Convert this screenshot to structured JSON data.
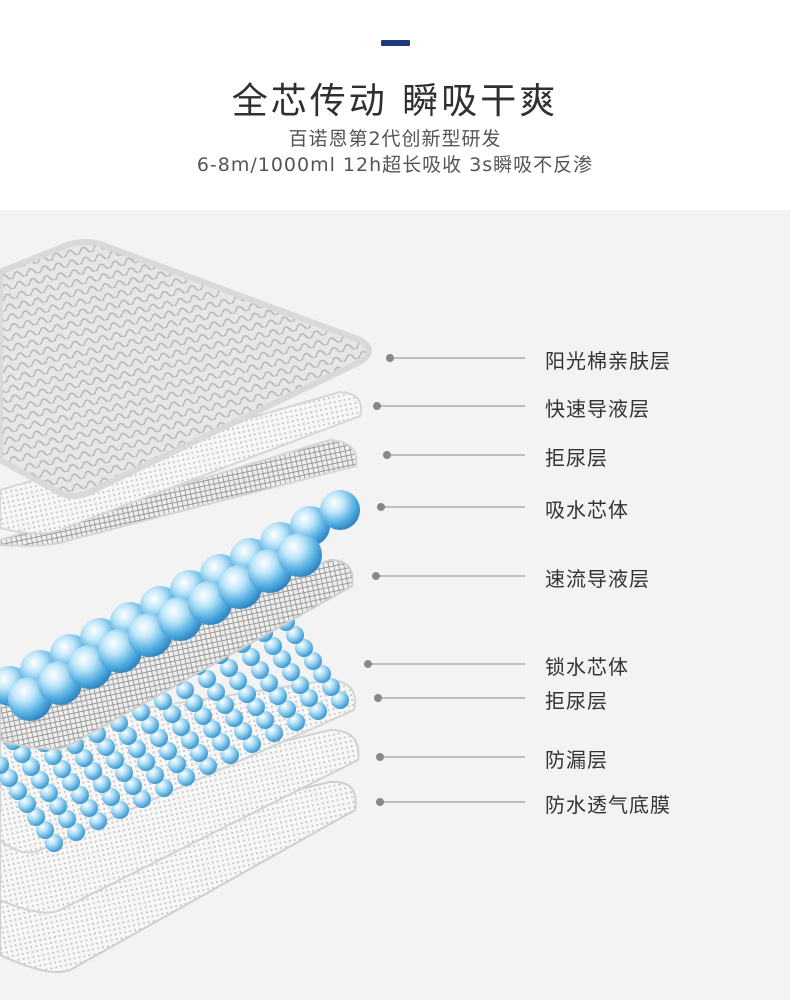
{
  "header": {
    "title": "全芯传动 瞬吸干爽",
    "subtitle_line1": "百诺恩第2代创新型研发",
    "subtitle_line2": "6-8m/1000ml 12h超长吸收 3s瞬吸不反渗"
  },
  "layers": [
    {
      "label": "阳光棉亲肤层"
    },
    {
      "label": "快速导液层"
    },
    {
      "label": "拒尿层"
    },
    {
      "label": "吸水芯体"
    },
    {
      "label": "速流导液层"
    },
    {
      "label": "锁水芯体"
    },
    {
      "label": "拒尿层"
    },
    {
      "label": "防漏层"
    },
    {
      "label": "防水透气底膜"
    }
  ],
  "colors": {
    "accent": "#1d3a7a",
    "background": "#f3f3f3",
    "bead": "#5fb8e8"
  }
}
